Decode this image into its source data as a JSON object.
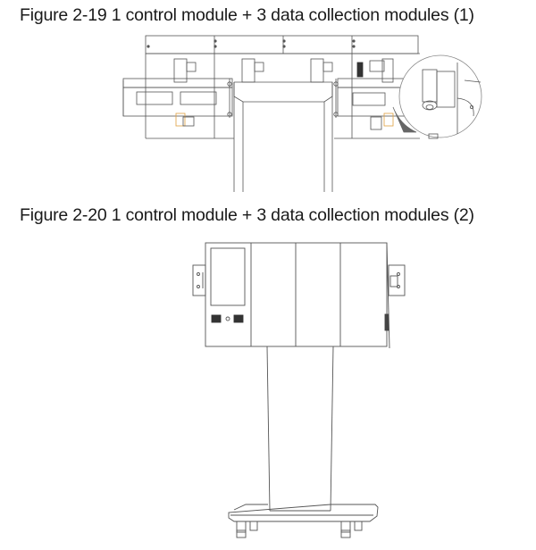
{
  "document": {
    "figures": [
      {
        "id": "2-19",
        "caption": "Figure 2-19 1 control module + 3 data collection modules (1)",
        "illustration": "rear-view-mounting-bracket-with-detail-callout"
      },
      {
        "id": "2-20",
        "caption": "Figure 2-20 1 control module + 3 data collection modules (2)",
        "illustration": "front-view-modules-on-mobile-stand"
      }
    ]
  },
  "colors": {
    "line": "#555555",
    "highlight": "#e0a040",
    "dark_fill": "#333333"
  }
}
